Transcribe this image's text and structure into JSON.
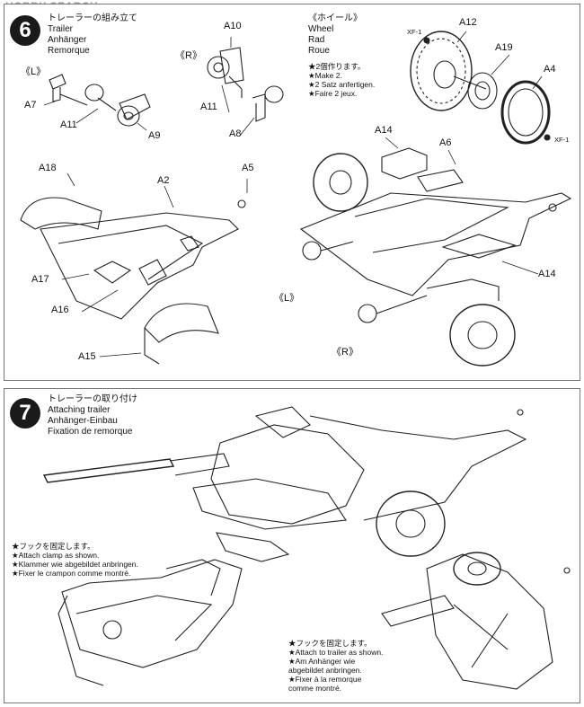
{
  "watermark": "HOBBY SEARCH",
  "step6": {
    "number": "6",
    "title_jp": "トレーラーの組み立て",
    "title_en": "Trailer",
    "title_de": "Anhänger",
    "title_fr": "Remorque",
    "wheel_title_jp": "《ホイール》",
    "wheel_title_en": "Wheel",
    "wheel_title_de": "Rad",
    "wheel_title_fr": "Roue",
    "make2": [
      "★2個作ります。",
      "★Make 2.",
      "★2 Satz anfertigen.",
      "★Faire 2 jeux."
    ],
    "left_mark": "《L》",
    "right_mark": "《R》",
    "left_mark2": "《L》",
    "right_mark2": "《R》",
    "paint": "XF-1",
    "parts": {
      "a7": "A7",
      "a11_left": "A11",
      "a9": "A9",
      "a10": "A10",
      "a11_right": "A11",
      "a8": "A8",
      "a12": "A12",
      "a19": "A19",
      "a4": "A4",
      "a14_top": "A14",
      "a6": "A6",
      "a18": "A18",
      "a2": "A2",
      "a5": "A5",
      "a17": "A17",
      "a16": "A16",
      "a15": "A15",
      "a14_right": "A14"
    }
  },
  "step7": {
    "number": "7",
    "title_jp": "トレーラーの取り付け",
    "title_en": "Attaching trailer",
    "title_de": "Anhänger-Einbau",
    "title_fr": "Fixation de remorque",
    "clamp_note": [
      "★フックを固定します。",
      "★Attach clamp as shown.",
      "★Klammer wie abgebildet anbringen.",
      "★Fixer le crampon comme montré."
    ],
    "attach_note": [
      "★フックを固定します。",
      "★Attach to trailer as shown.",
      "★Am Anhänger wie",
      "abgebildet anbringen.",
      "★Fixer à la remorque",
      "comme montré."
    ]
  }
}
